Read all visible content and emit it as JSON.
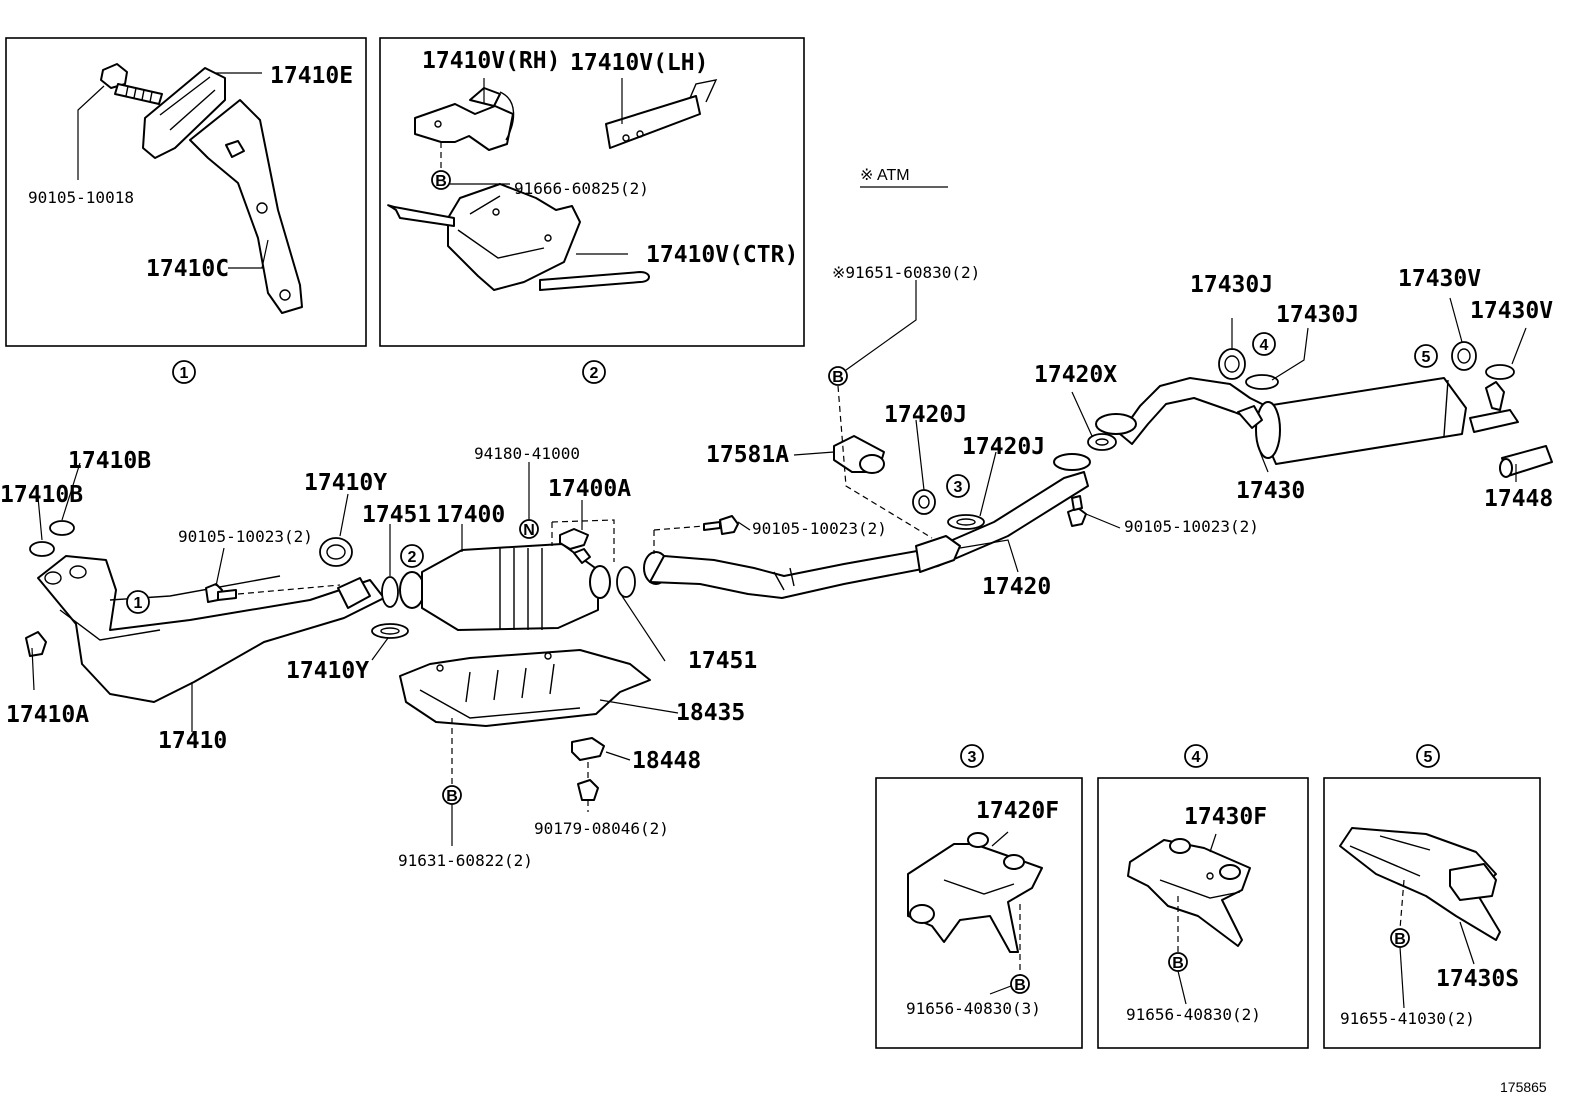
{
  "atm_label": "※ ATM",
  "figure_number": "175865",
  "callout_circles": {
    "c1_box": "1",
    "c2_box": "2",
    "c1_main": "1",
    "c2_main": "2",
    "c3_main": "3",
    "c4_main": "4",
    "c5_main": "5",
    "c3_box": "3",
    "c4_box": "4",
    "c5_box": "5"
  },
  "fastener_marks": {
    "b": "B",
    "n": "N"
  },
  "part_labels": {
    "p17410E": "17410E",
    "p90105_10018": "90105-10018",
    "p17410C": "17410C",
    "p17410V_RH": "17410V(RH)",
    "p17410V_LH": "17410V(LH)",
    "p91666_60825": "91666-60825(2)",
    "p17410V_CTR": "17410V(CTR)",
    "p91651_60830": "※91651-60830(2)",
    "p17430J_a": "17430J",
    "p17430J_b": "17430J",
    "p17430V_a": "17430V",
    "p17430V_b": "17430V",
    "p17420X": "17420X",
    "p17420J_a": "17420J",
    "p17420J_b": "17420J",
    "p17581A": "17581A",
    "p17430": "17430",
    "p17448": "17448",
    "p90105_10023_c": "90105-10023(2)",
    "p90105_10023_b": "90105-10023(2)",
    "p17420": "17420",
    "p17410B_a": "17410B",
    "p17410B_b": "17410B",
    "p17410Y_a": "17410Y",
    "p94180_41000": "94180-41000",
    "p17400A": "17400A",
    "p90105_10023_a": "90105-10023(2)",
    "p17451_a": "17451",
    "p17400": "17400",
    "p17451_b": "17451",
    "p17410Y_b": "17410Y",
    "p17410A": "17410A",
    "p17410": "17410",
    "p18435": "18435",
    "p18448": "18448",
    "p90179_08046": "90179-08046(2)",
    "p91631_60822": "91631-60822(2)",
    "p17420F": "17420F",
    "p91656_40830_3": "91656-40830(3)",
    "p17430F": "17430F",
    "p91656_40830_2": "91656-40830(2)",
    "p17430S": "17430S",
    "p91655_41030": "91655-41030(2)"
  }
}
